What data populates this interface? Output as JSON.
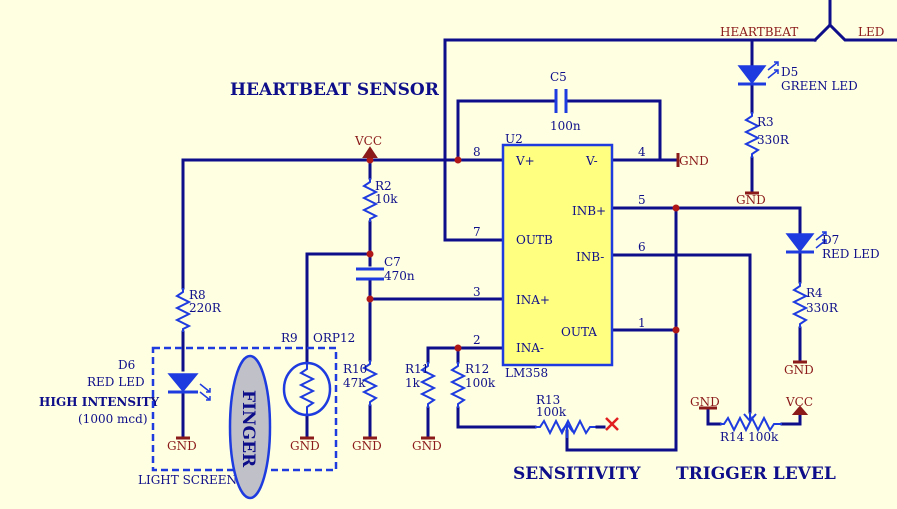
{
  "titles": {
    "heartbeat_sensor": "HEARTBEAT SENSOR",
    "sensitivity": "SENSITIVITY",
    "trigger_level": "TRIGGER LEVEL"
  },
  "nets": {
    "heartbeat": "HEARTBEAT",
    "led": "LED",
    "vcc": "VCC",
    "gnd": "GND"
  },
  "u2": {
    "ref": "U2",
    "part": "LM358",
    "pins": {
      "v_plus": "V+",
      "v_minus": "V-",
      "inb_plus": "INB+",
      "outb": "OUTB",
      "inb_minus": "INB-",
      "ina_plus": "INA+",
      "outa": "OUTA",
      "ina_minus": "INA-"
    },
    "pin_numbers": {
      "p8": "8",
      "p4": "4",
      "p5": "5",
      "p7": "7",
      "p6": "6",
      "p3": "3",
      "p1": "1",
      "p2": "2"
    }
  },
  "components": {
    "c5": {
      "ref": "C5",
      "value": "100n"
    },
    "c7": {
      "ref": "C7",
      "value": "470n"
    },
    "r2": {
      "ref": "R2",
      "value": "10k"
    },
    "r8": {
      "ref": "R8",
      "value": "220R"
    },
    "r9": {
      "ref": "R9",
      "value": "ORP12"
    },
    "r10": {
      "ref": "R10",
      "value": "47k"
    },
    "r11": {
      "ref": "R11",
      "value": "1k"
    },
    "r12": {
      "ref": "R12",
      "value": "100k"
    },
    "r13": {
      "ref": "R13",
      "value": "100k"
    },
    "r14": {
      "ref": "R14 100k"
    },
    "r3": {
      "ref": "R3",
      "value": "330R"
    },
    "r4": {
      "ref": "R4",
      "value": "330R"
    },
    "d5": {
      "ref": "D5",
      "value": "GREEN LED"
    },
    "d6": {
      "ref": "D6",
      "value": "RED LED"
    },
    "d7": {
      "ref": "D7",
      "value": "RED LED"
    }
  },
  "annotations": {
    "high_intensity": "HIGH INTENSITY",
    "mcd": "(1000 mcd)",
    "finger": "FINGER",
    "light_screen": "LIGHT SCREEN"
  },
  "colors": {
    "background": "#FFFFE1",
    "wire": "#0E0E8A",
    "component": "#1E3BE0",
    "power_label": "#8B1A1A",
    "ic_fill": "#FFFF80",
    "junction": "#B01818",
    "no_connect": "#E02020"
  }
}
